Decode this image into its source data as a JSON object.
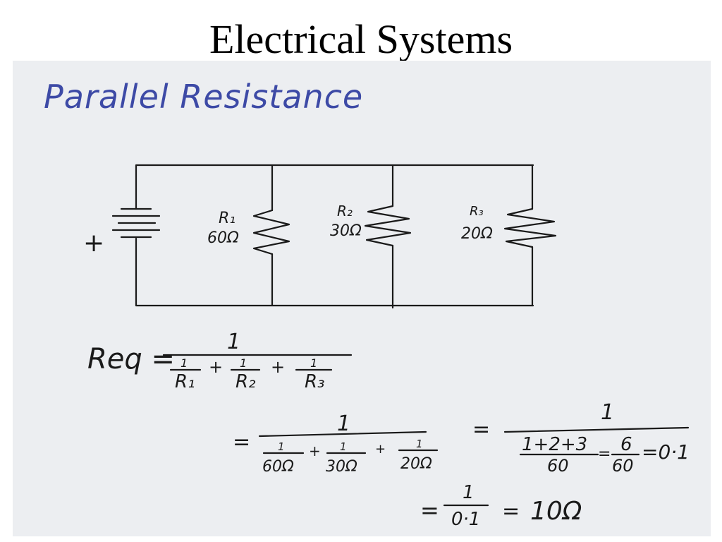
{
  "slide": {
    "title": "Electrical Systems"
  },
  "notes": {
    "heading": "Parallel Resistance",
    "battery_sign": "+",
    "resistors": [
      {
        "label": "R₁",
        "value": "60Ω"
      },
      {
        "label": "R₂",
        "value": "30Ω"
      },
      {
        "label": "R₃",
        "value": "20Ω"
      }
    ],
    "formula": {
      "lhs": "Req =",
      "numerator": "1",
      "terms": [
        "1",
        "R₁",
        "+",
        "1",
        "R₂",
        "+",
        "1",
        "R₃"
      ]
    },
    "step2": {
      "eq": "=",
      "numerator": "1",
      "terms": [
        "1",
        "60Ω",
        "+",
        "1",
        "30Ω",
        "+",
        "1",
        "20Ω"
      ],
      "eq2": "=",
      "numerator2": "1",
      "sum": "1+2+3",
      "sum_den": "60",
      "eq3": "=",
      "frac_num": "6",
      "frac_den": "60",
      "result": "=0·1"
    },
    "step3": {
      "eq": "=",
      "numerator": "1",
      "denominator": "0·1",
      "eq2": "=",
      "answer": "10Ω"
    }
  },
  "colors": {
    "heading": "#3d4aa6",
    "ink": "#1a1a1a",
    "paper": "#eceef1"
  }
}
